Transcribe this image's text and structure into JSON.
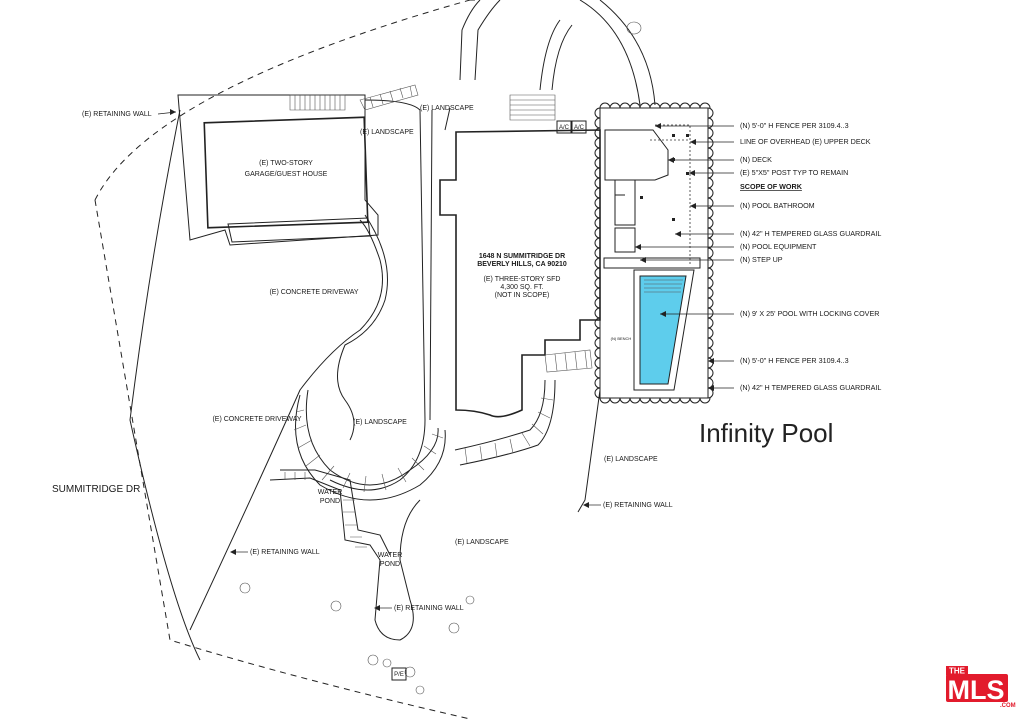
{
  "title": "Infinity Pool",
  "street": "SUMMITRIDGE DR",
  "site": {
    "address_line1": "1648 N SUMMITRIDGE DR",
    "address_line2": "BEVERLY HILLS, CA 90210",
    "house_line1": "(E) THREE-STORY SFD",
    "house_line2": "4,300 SQ. FT.",
    "house_line3": "(NOT IN SCOPE)"
  },
  "garage": {
    "line1": "(E) TWO-STORY",
    "line2": "GARAGE/GUEST HOUSE"
  },
  "plan_labels": {
    "retaining_wall": "(E) RETAINING WALL",
    "landscape": "(E) LANDSCAPE",
    "concrete_driveway": "(E) CONCRETE DRIVEWAY",
    "water_pond_1": "WATER",
    "water_pond_2": "POND",
    "ac": "A/C",
    "pe": "P/E",
    "small_label": "(N) BENCH"
  },
  "pool_callouts": [
    "(N) 5'-0\" H FENCE PER 3109.4..3",
    "LINE OF OVERHEAD (E) UPPER DECK",
    "(N) DECK",
    "(E) 5\"X5\" POST TYP TO REMAIN",
    "SCOPE OF WORK",
    "(N) POOL BATHROOM",
    "(N) 42\" H TEMPERED GLASS GUARDRAIL",
    "(N) POOL EQUIPMENT",
    "(N) STEP UP",
    "(N) 9' X 25' POOL WITH LOCKING COVER",
    "(N) 5'-0\" H FENCE PER 3109.4..3",
    "(N) 42\" H TEMPERED GLASS GUARDRAIL"
  ],
  "logo": {
    "top": "THE",
    "main": "MLS",
    "suffix": ".COM"
  },
  "colors": {
    "pool_water": "#5ecdec",
    "logo_red": "#e21b2c",
    "line": "#222222"
  }
}
